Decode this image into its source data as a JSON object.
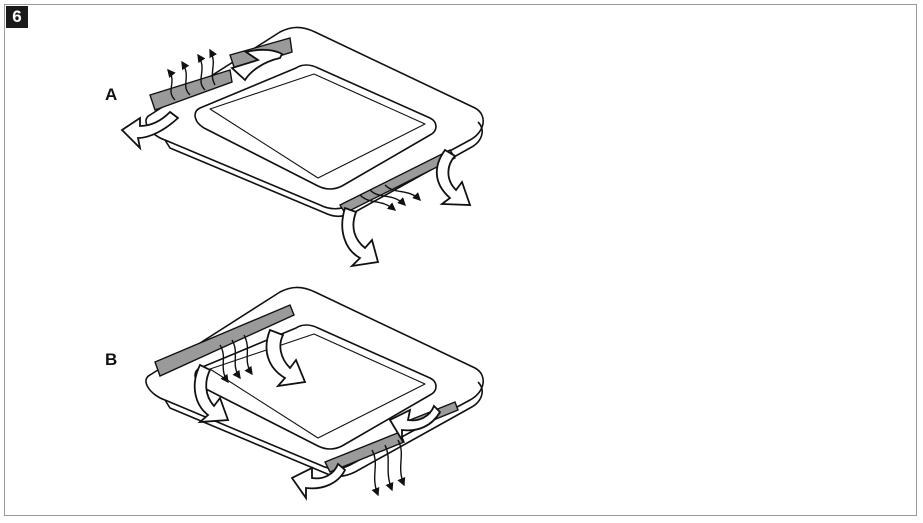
{
  "figure": {
    "number": "6"
  },
  "panels": [
    {
      "label": "A"
    },
    {
      "label": "B"
    }
  ]
}
